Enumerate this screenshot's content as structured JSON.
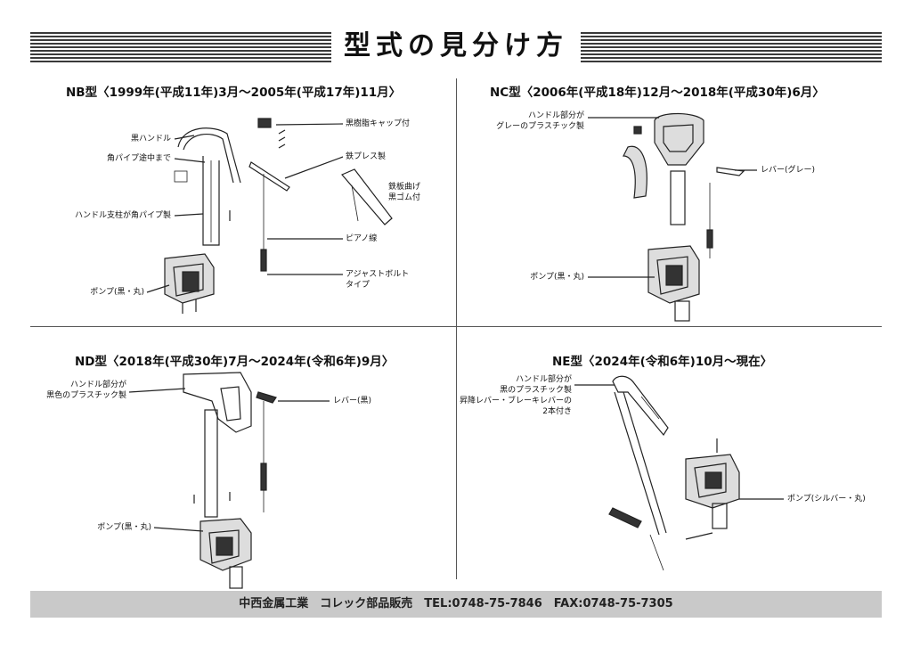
{
  "header": {
    "title": "型式の見分け方"
  },
  "sections": {
    "nb": {
      "heading": "NB型〈1999年(平成11年)3月〜2005年(平成17年)11月〉",
      "labels": {
        "cap": "黒樹脂キャップ付",
        "handle": "黒ハンドル",
        "square_pipe": "角パイプ途中まで",
        "press": "鉄プレス製",
        "bent": "鉄板曲げ\n黒ゴム付",
        "post": "ハンドル支柱が角パイプ製",
        "piano": "ピアノ線",
        "adjust": "アジャストボルト\nタイプ",
        "pump": "ポンプ(黒・丸)"
      }
    },
    "nc": {
      "heading": "NC型〈2006年(平成18年)12月〜2018年(平成30年)6月〉",
      "labels": {
        "handle": "ハンドル部分が\nグレーのプラスチック製",
        "lever": "レバー(グレー)",
        "pump": "ポンプ(黒・丸)"
      }
    },
    "nd": {
      "heading": "ND型〈2018年(平成30年)7月〜2024年(令和6年)9月〉",
      "labels": {
        "handle": "ハンドル部分が\n黒色のプラスチック製",
        "lever": "レバー(黒)",
        "pump": "ポンプ(黒・丸)"
      }
    },
    "ne": {
      "heading": "NE型〈2024年(令和6年)10月〜現在〉",
      "labels": {
        "handle": "ハンドル部分が\n黒のプラスチック製\n昇降レバー・ブレーキレバーの\n2本付き",
        "pump": "ポンプ(シルバー・丸)"
      }
    }
  },
  "footer": {
    "text": "中西金属工業　コレック部品販売　TEL:0748-75-7846　FAX:0748-75-7305"
  }
}
